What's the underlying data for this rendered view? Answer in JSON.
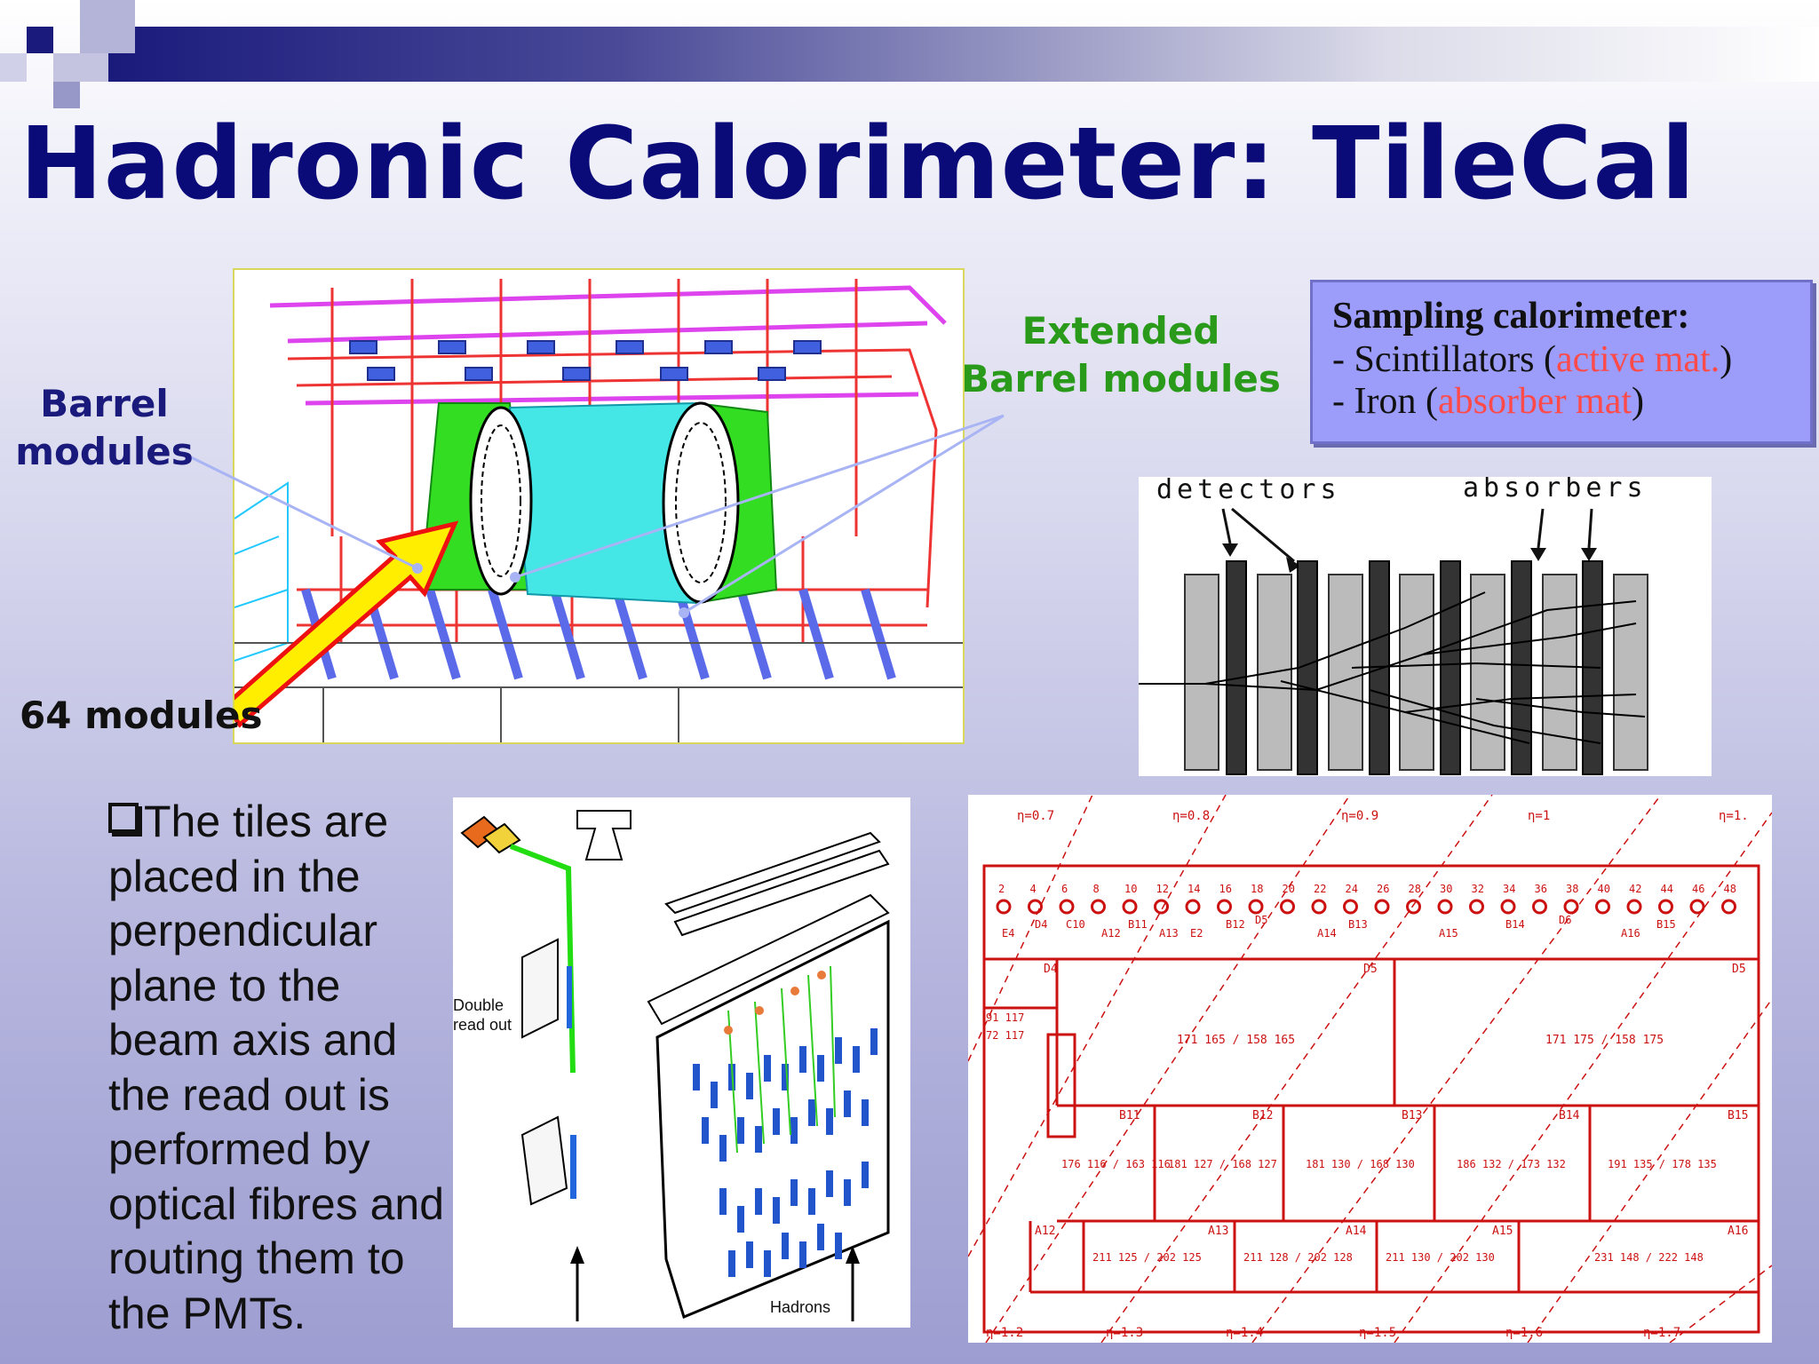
{
  "slide": {
    "title": "Hadronic Calorimeter: TileCal",
    "colors": {
      "title": "#0a0a78",
      "banner": "#1a1a7c",
      "extended_label": "#2a9a1a",
      "sampling_box": "#9c9cfa",
      "highlight_red": "#ff4a4a"
    }
  },
  "callouts": {
    "barrel": "Barrel modules",
    "extended": "Extended Barrel modules",
    "modules_count": "64 modules"
  },
  "sampling": {
    "title": "Sampling calorimeter:",
    "line1_prefix": "- Scintillators (",
    "line1_highlight": "active mat.",
    "line1_suffix": ")",
    "line2_prefix": "- Iron (",
    "line2_highlight": "absorber mat",
    "line2_suffix": ")"
  },
  "layers_figure": {
    "label_left": "detectors",
    "label_right": "absorbers"
  },
  "bullet": {
    "text_lines": [
      "The tiles are",
      "placed in the",
      "perpendicular",
      "plane to the",
      "beam axis and",
      "the read out is",
      "performed by",
      "optical fibres and",
      "routing them to",
      "the PMTs."
    ]
  },
  "tiles_figure": {
    "double_readout_line1": "Double",
    "double_readout_line2": "read out",
    "hadrons": "Hadrons"
  },
  "cells_figure": {
    "eta_top": [
      "η=0.7",
      "η=0.8",
      "η=0.9",
      "η=1",
      "η=1."
    ],
    "eta_bottom": [
      "η=1.2",
      "η=1.3",
      "η=1.4",
      "η=1.5",
      "η=1.6",
      "η=1.7"
    ],
    "pmt_numbers": [
      "2",
      "4",
      "6",
      "8",
      "10",
      "12",
      "14",
      "16",
      "18",
      "20",
      "22",
      "24",
      "26",
      "28",
      "30",
      "32",
      "34",
      "36",
      "38",
      "40",
      "42",
      "44",
      "46",
      "48"
    ],
    "row_labels_top": [
      "E4",
      "D4",
      "C10",
      "A12",
      "B11",
      "A13",
      "E2",
      "B12",
      "D5",
      "A14",
      "B13",
      "A15",
      "B14",
      "D6",
      "A16",
      "B15"
    ],
    "d_cells": [
      "D4",
      "D5",
      "D5"
    ],
    "b_cells": [
      "B11",
      "B12",
      "B13",
      "B14",
      "B15"
    ],
    "a_cells": [
      "A12",
      "A13",
      "A14",
      "A15",
      "A16"
    ],
    "d_channels": [
      "171 165 / 158 165",
      "171 175 / 158 175"
    ],
    "b_channels": [
      "176 116 / 163 116",
      "181 127 / 168 127",
      "181 130 / 168 130",
      "186 132 / 173 132",
      "191 135 / 178 135"
    ],
    "a_channels": [
      "211 125 / 202 125",
      "211 128 / 202 128",
      "211 130 / 202 130",
      "231 148 / 222 148"
    ],
    "small_left": [
      "91 117",
      "72 117"
    ]
  }
}
